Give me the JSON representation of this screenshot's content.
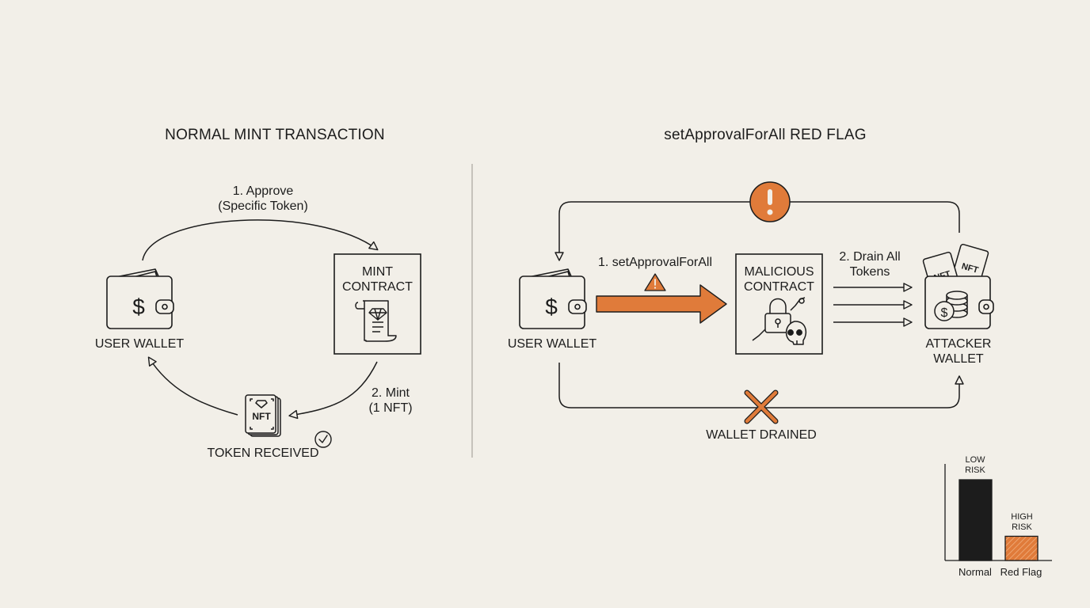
{
  "left_panel": {
    "title": "NORMAL MINT TRANSACTION",
    "user_wallet_label": "USER WALLET",
    "mint_contract_line1": "MINT",
    "mint_contract_line2": "CONTRACT",
    "step1_line1": "1. Approve",
    "step1_line2": "(Specific Token)",
    "step2_line1": "2. Mint",
    "step2_line2": "(1 NFT)",
    "token_received_label": "TOKEN RECEIVED",
    "nft_card_text": "NFT"
  },
  "right_panel": {
    "title": "setApprovalForAll RED FLAG",
    "user_wallet_label": "USER WALLET",
    "step1_label": "1. setApprovalForAll",
    "malicious_line1": "MALICIOUS",
    "malicious_line2": "CONTRACT",
    "step2_line1": "2. Drain All",
    "step2_line2": "Tokens",
    "attacker_line1": "ATTACKER",
    "attacker_line2": "WALLET",
    "wallet_drained_label": "WALLET DRAINED",
    "nft_card_text": "NFT"
  },
  "mini_chart": {
    "bars": [
      {
        "category": "Normal",
        "label_line1": "LOW",
        "label_line2": "RISK",
        "risk_level": 1.0,
        "style": "solid-dark"
      },
      {
        "category": "Red Flag",
        "label_line1": "HIGH",
        "label_line2": "RISK",
        "risk_level": 0.3,
        "style": "hatched-orange"
      }
    ]
  },
  "colors": {
    "background": "#f2efe8",
    "ink": "#1c1c1c",
    "accent_orange": "#e07b3a",
    "dark_bar": "#1c1c1c"
  },
  "icons": [
    "wallet-icon",
    "dollar-icon",
    "contract-scroll-icon",
    "diamond-icon",
    "nft-card-icon",
    "checkmark-icon",
    "warning-icon",
    "alert-circle-icon",
    "lock-icon",
    "skull-icon",
    "coin-stack-icon",
    "x-mark-icon"
  ]
}
